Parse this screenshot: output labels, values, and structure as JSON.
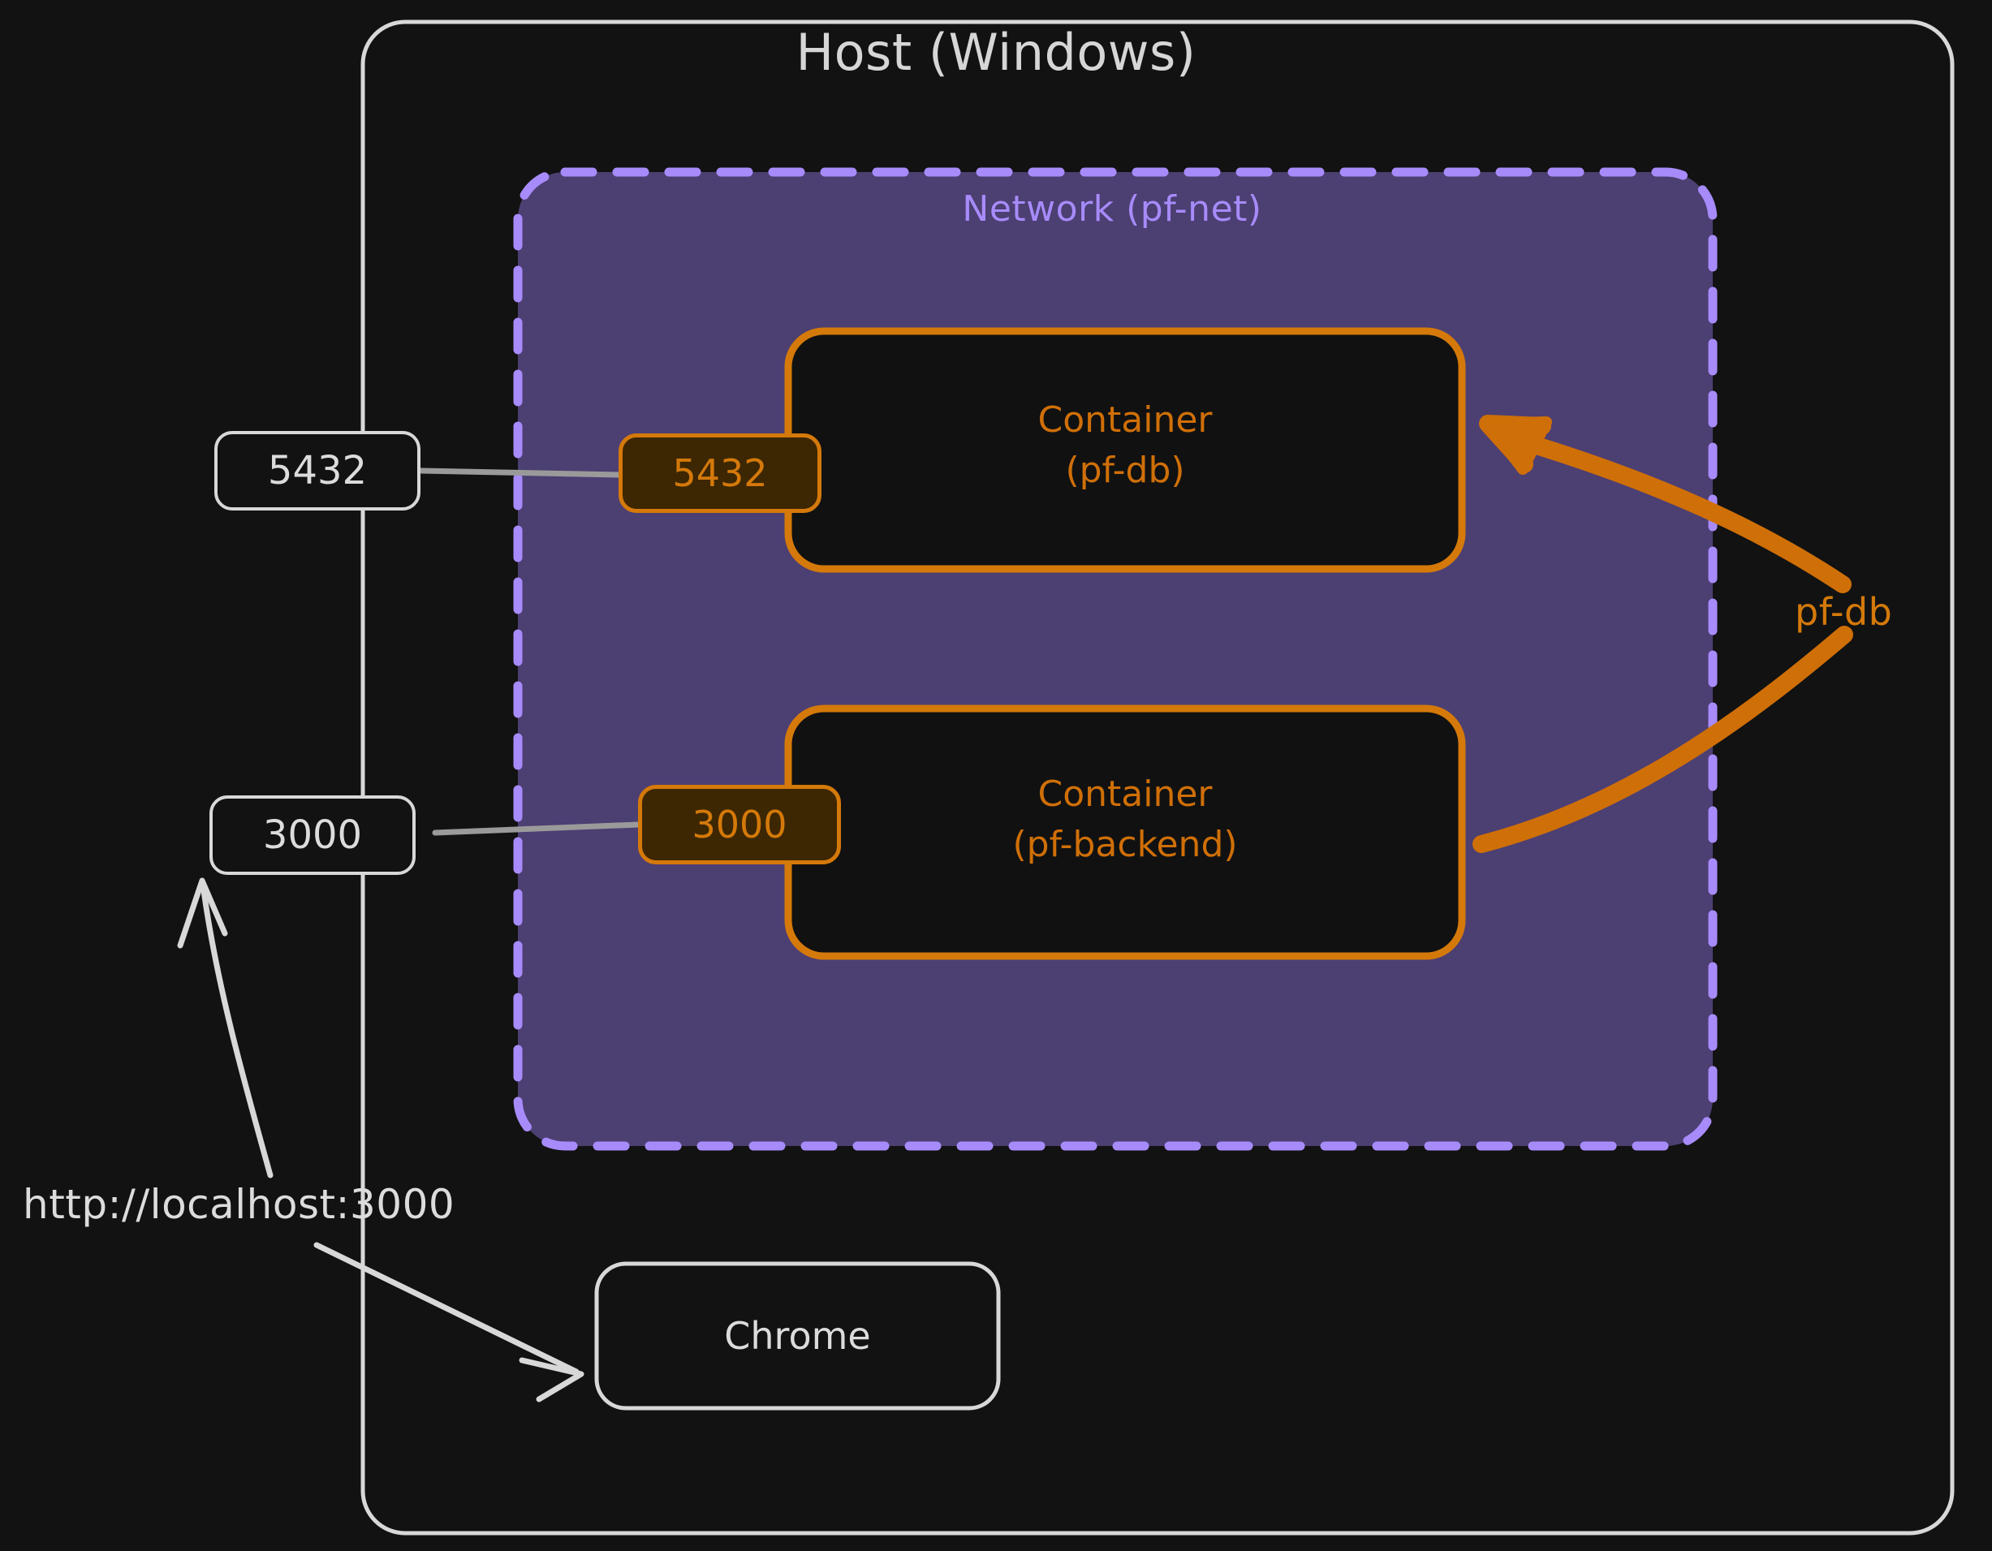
{
  "diagram": {
    "type": "architecture-diagram",
    "background_color": "#121212",
    "host": {
      "title": "Host (Windows)",
      "border_color": "#d8d8d8"
    },
    "network": {
      "title": "Network (pf-net)",
      "fill_color": "#4c3f72",
      "border_color": "#a78bfa",
      "border_style": "dashed"
    },
    "containers": [
      {
        "name": "pf-db",
        "label_line1": "Container",
        "label_line2": "(pf-db)",
        "port": "5432",
        "border_color": "#d4790a",
        "fill_color": "#111111"
      },
      {
        "name": "pf-backend",
        "label_line1": "Container",
        "label_line2": "(pf-backend)",
        "port": "3000",
        "border_color": "#d4790a",
        "fill_color": "#111111"
      }
    ],
    "host_ports": [
      {
        "value": "5432"
      },
      {
        "value": "3000"
      }
    ],
    "annotations": {
      "dns_alias": "pf-db",
      "url": "http://localhost:3000"
    },
    "browser": {
      "label": "Chrome"
    }
  }
}
